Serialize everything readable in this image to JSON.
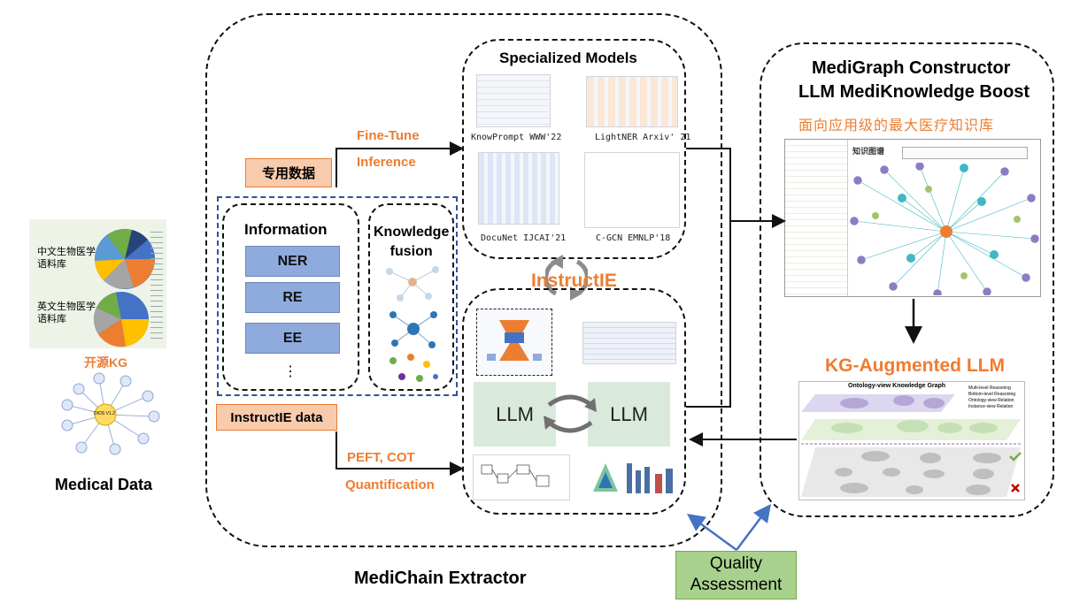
{
  "medical_data": {
    "cn_corpus": "中文生物医学\n语料库",
    "en_corpus": "英文生物医学\n语料库",
    "open_kg": "开源KG",
    "kg_center": "DIOS V1.2",
    "title": "Medical Data"
  },
  "extractor": {
    "title": "MediChain Extractor",
    "special_data": "专用数据",
    "fine_tune": "Fine-Tune",
    "inference": "Inference",
    "information": "Information",
    "tasks": [
      "NER",
      "RE",
      "EE",
      "⋮"
    ],
    "knowledge_fusion": "Knowledge\nfusion",
    "instructie_data": "InstructIE data",
    "peft": "PEFT, COT",
    "quantification": "Quantification",
    "instructie": "InstructIE",
    "specialized_title": "Specialized Models",
    "models": [
      "KnowPrompt WWW'22",
      "LightNER Arxiv' 21",
      "DocuNet IJCAI'21",
      "C-GCN EMNLP'18"
    ],
    "llm_left": "LLM",
    "llm_right": "LLM"
  },
  "constructor": {
    "title1": "MediGraph Constructor",
    "title2": "LLM MediKnowledge Boost",
    "subtitle": "面向应用级的最大医疗知识库",
    "kg_aug": "KG-Augmented LLM",
    "ontology_title": "Ontology-view Knowledge Graph",
    "legend": [
      "Multi-level Reasoning",
      "Bottom-level Reasoning",
      "Ontology-view Relation",
      "Instance-view Relation"
    ],
    "kg_site_title": "知识图谱"
  },
  "quality": "Quality\nAssessment",
  "colors": {
    "accent": "#ED7D31",
    "blue_box": "#8faadc",
    "llm_bg": "#d9eadd",
    "quality_bg": "#a9d18e"
  }
}
